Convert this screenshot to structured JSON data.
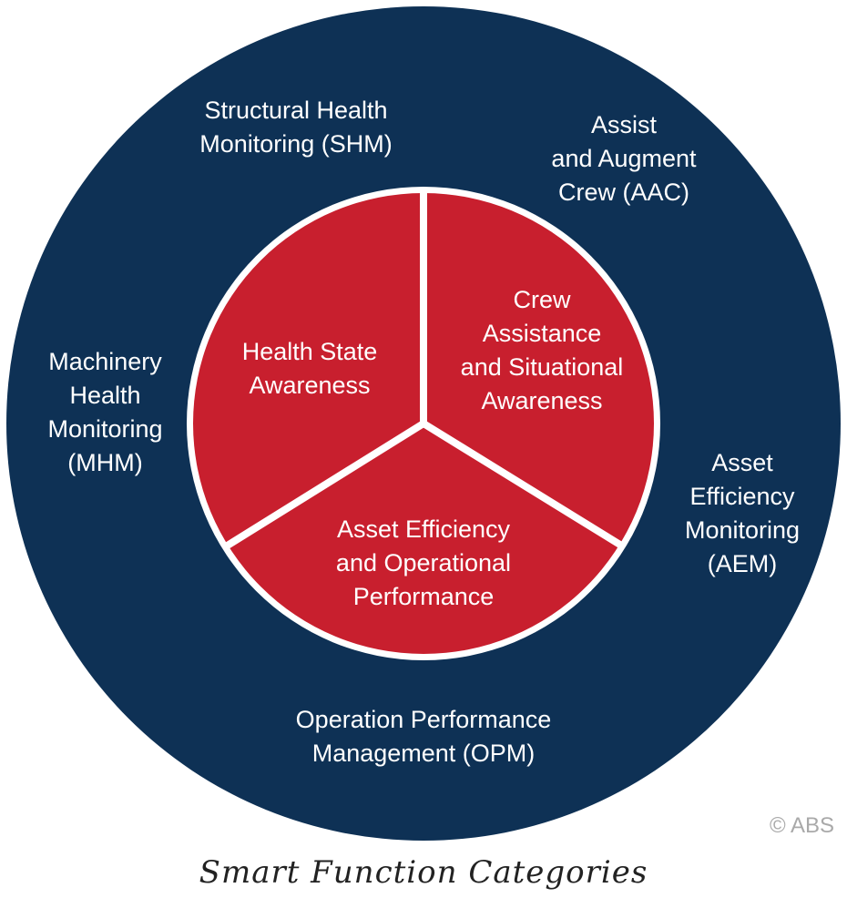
{
  "colors": {
    "outer_ring": "#0e3155",
    "inner_circle": "#c81f2e",
    "dividers": "#ffffff",
    "text": "#ffffff",
    "copyright": "#a9a9a9",
    "caption": "#222222"
  },
  "outer": {
    "shm": "Structural Health\nMonitoring (SHM)",
    "aac": "Assist\nand Augment\nCrew (AAC)",
    "mhm": "Machinery\nHealth\nMonitoring\n(MHM)",
    "aem": "Asset\nEfficiency\nMonitoring\n(AEM)",
    "opm": "Operation Performance\nManagement (OPM)"
  },
  "inner": {
    "health": "Health State\nAwareness",
    "crew": "Crew\nAssistance\nand Situational\nAwareness",
    "asset": "Asset Efficiency\nand Operational\nPerformance"
  },
  "copyright": "© ABS",
  "caption": "Smart Function Categories"
}
